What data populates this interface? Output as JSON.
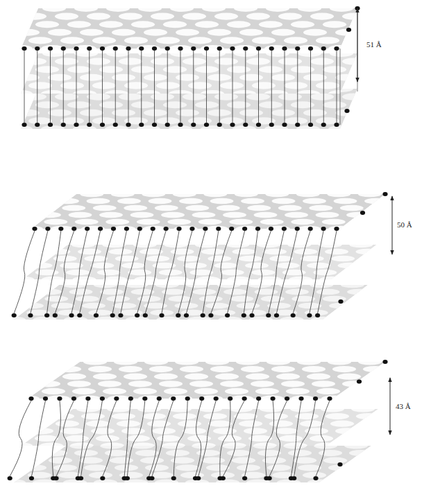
{
  "diagram": {
    "labels": [
      "51 Å",
      "50 Å",
      "43 Å"
    ]
  }
}
